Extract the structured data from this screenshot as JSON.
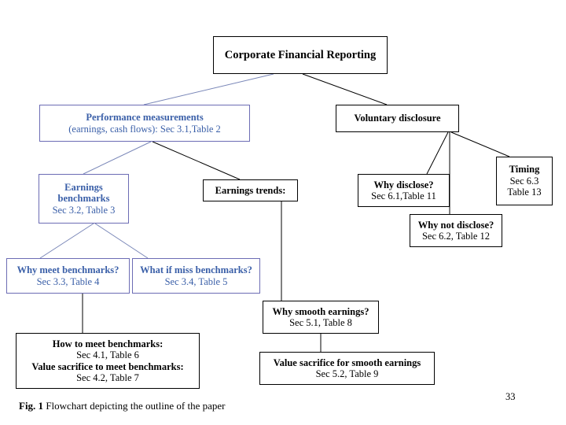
{
  "figure": {
    "caption_label": "Fig. 1",
    "caption_text": "Flowchart depicting the outline of the paper",
    "page_number": "33"
  },
  "colors": {
    "black": "#000000",
    "blue_text": "#3a5fa8",
    "blue_border": "#6c6cb4",
    "edge_black": "#000000",
    "edge_blue": "#7a87b8",
    "background": "#ffffff"
  },
  "nodes": {
    "title": {
      "name": "Corporate Financial Reporting",
      "lines": [
        "Corporate Financial Reporting"
      ],
      "style": "black"
    },
    "performance_measurements": {
      "name": "Performance measurements",
      "lines": [
        "Performance measurements",
        "(earnings, cash flows): Sec 3.1,Table 2"
      ],
      "style": "blue"
    },
    "voluntary_disclosure": {
      "name": "Voluntary disclosure",
      "lines": [
        "Voluntary disclosure"
      ],
      "style": "black"
    },
    "earnings_benchmarks": {
      "name": "Earnings benchmarks",
      "lines": [
        "Earnings",
        "benchmarks",
        "Sec 3.2, Table 3"
      ],
      "style": "blue"
    },
    "earnings_trends": {
      "name": "Earnings trends",
      "lines": [
        "Earnings trends:"
      ],
      "style": "black"
    },
    "why_disclose": {
      "name": "Why disclose?",
      "lines": [
        "Why disclose?",
        "Sec 6.1,Table 11"
      ],
      "style": "black"
    },
    "timing": {
      "name": "Timing",
      "lines": [
        "Timing",
        "Sec 6.3",
        "Table 13"
      ],
      "style": "black"
    },
    "why_not_disclose": {
      "name": "Why not disclose?",
      "lines": [
        "Why not disclose?",
        "Sec 6.2, Table 12"
      ],
      "style": "black"
    },
    "why_meet_benchmarks": {
      "name": "Why meet benchmarks?",
      "lines": [
        "Why meet benchmarks?",
        "Sec 3.3, Table 4"
      ],
      "style": "blue"
    },
    "what_if_miss_benchmarks": {
      "name": "What if miss benchmarks?",
      "lines": [
        "What if miss benchmarks?",
        "Sec 3.4, Table 5"
      ],
      "style": "blue"
    },
    "why_smooth_earnings": {
      "name": "Why smooth earnings?",
      "lines": [
        "Why smooth earnings?",
        "Sec 5.1, Table 8"
      ],
      "style": "black"
    },
    "how_to_meet_benchmarks": {
      "name": "How to meet benchmarks / Value sacrifice to meet benchmarks",
      "lines": [
        "How to meet benchmarks:",
        "Sec 4.1, Table 6",
        "Value sacrifice to meet benchmarks:",
        "Sec 4.2, Table 7"
      ],
      "style": "black"
    },
    "value_sacrifice_smooth": {
      "name": "Value sacrifice for smooth earnings",
      "lines": [
        "Value sacrifice for smooth earnings",
        "Sec 5.2, Table 9"
      ],
      "style": "black"
    }
  },
  "edges": [
    {
      "from": "title",
      "to": "performance_measurements",
      "color": "#7a87b8"
    },
    {
      "from": "title",
      "to": "voluntary_disclosure",
      "color": "#000000"
    },
    {
      "from": "performance_measurements",
      "to": "earnings_benchmarks",
      "color": "#7a87b8"
    },
    {
      "from": "performance_measurements",
      "to": "earnings_trends",
      "color": "#000000"
    },
    {
      "from": "voluntary_disclosure",
      "to": "why_disclose",
      "color": "#000000"
    },
    {
      "from": "voluntary_disclosure",
      "to": "why_not_disclose",
      "color": "#000000"
    },
    {
      "from": "voluntary_disclosure",
      "to": "timing",
      "color": "#000000"
    },
    {
      "from": "earnings_benchmarks",
      "to": "why_meet_benchmarks",
      "color": "#7a87b8"
    },
    {
      "from": "earnings_benchmarks",
      "to": "what_if_miss_benchmarks",
      "color": "#7a87b8"
    },
    {
      "from": "why_meet_benchmarks",
      "to": "how_to_meet_benchmarks",
      "color": "#000000"
    },
    {
      "from": "earnings_trends",
      "to": "why_smooth_earnings",
      "color": "#000000"
    },
    {
      "from": "why_smooth_earnings",
      "to": "value_sacrifice_smooth",
      "color": "#000000"
    }
  ]
}
